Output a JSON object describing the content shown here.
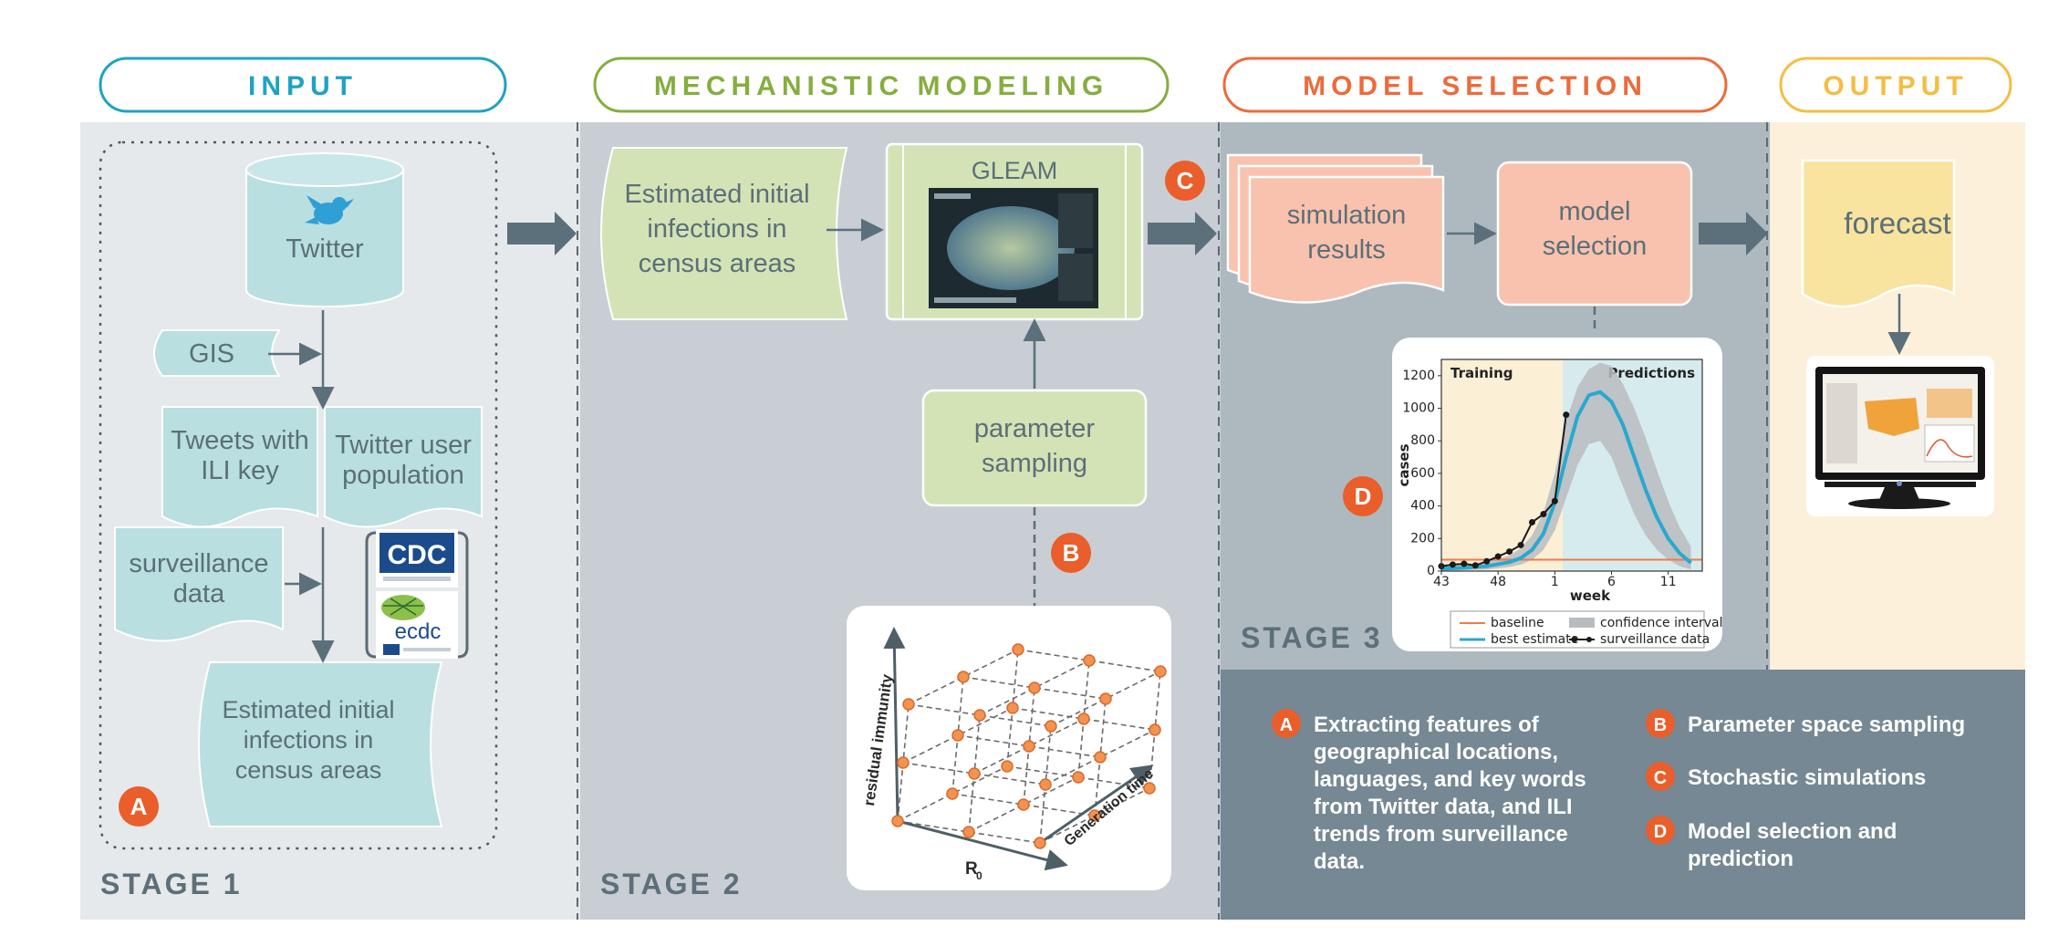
{
  "headers": {
    "input": "INPUT",
    "mechanistic": "MECHANISTIC MODELING",
    "model_selection": "MODEL SELECTION",
    "output": "OUTPUT"
  },
  "stages": {
    "stage1": "STAGE 1",
    "stage2": "STAGE 2",
    "stage3": "STAGE 3"
  },
  "stage1_nodes": {
    "twitter": "Twitter",
    "gis": "GIS",
    "tweets_line1": "Tweets with",
    "tweets_line2": "ILI key",
    "population_line1": "Twitter user",
    "population_line2": "population",
    "surveillance_line1": "surveillance",
    "surveillance_line2": "data",
    "estimated_line1": "Estimated initial",
    "estimated_line2": "infections in",
    "estimated_line3": "census areas",
    "cdc": "CDC",
    "ecdc": "ecdc"
  },
  "stage2_nodes": {
    "estimated_line1": "Estimated initial",
    "estimated_line2": "infections in",
    "estimated_line3": "census areas",
    "gleam": "GLEAM",
    "param_line1": "parameter",
    "param_line2": "sampling",
    "axis_residual": "residual immunity",
    "axis_r0": "R",
    "axis_r0_sub": "0",
    "axis_generation": "Generation time"
  },
  "stage3_nodes": {
    "sim_line1": "simulation",
    "sim_line2": "results",
    "sel_line1": "model",
    "sel_line2": "selection"
  },
  "output_nodes": {
    "forecast": "forecast"
  },
  "badges": {
    "a": "A",
    "b": "B",
    "c": "C",
    "d": "D"
  },
  "legend": {
    "a_lines": [
      "Extracting features of",
      "geographical locations,",
      "languages, and key words",
      "from Twitter data, and ILI",
      "trends from surveillance",
      "data."
    ],
    "b": "Parameter space sampling",
    "c": "Stochastic simulations",
    "d_lines": [
      "Model selection and",
      "prediction"
    ]
  },
  "colors": {
    "input": "#1ea3c2",
    "mechanistic": "#86ad3f",
    "model_selection": "#ec6b3b",
    "output": "#f2be43",
    "teal_fill": "#b9dfe0",
    "green_fill": "#d3e3b6",
    "salmon_fill": "#f8c2ae",
    "yellow_fill": "#f8e39f",
    "badge": "#ea5e2b",
    "arrow": "#5b707b",
    "stage1_bg": "#e6e9eb",
    "stage2_bg": "#c8ced3",
    "stage3_bg": "#aeb9bf",
    "output_bg": "#fcf0da",
    "legend_bg": "#758893"
  },
  "chart_data": {
    "type": "line",
    "title": "",
    "xlabel": "week",
    "ylabel": "cases",
    "region_labels": [
      "Training",
      "Predictions"
    ],
    "x_ticks": [
      "43",
      "48",
      "1",
      "6",
      "11"
    ],
    "y_ticks": [
      0,
      200,
      400,
      600,
      800,
      1000,
      1200
    ],
    "xlim": [
      43,
      66
    ],
    "ylim": [
      0,
      1300
    ],
    "training_end_x": 53.7,
    "series": [
      {
        "name": "baseline",
        "color": "#f07a4a",
        "x": [
          43,
          66
        ],
        "y": [
          70,
          70
        ]
      },
      {
        "name": "best estimate",
        "color": "#2aa8cf",
        "x": [
          43,
          45,
          47,
          49,
          50,
          51,
          52,
          53,
          54,
          55,
          56,
          57,
          58,
          59,
          60,
          61,
          62,
          63,
          64,
          65
        ],
        "y": [
          15,
          20,
          30,
          55,
          80,
          130,
          230,
          420,
          700,
          950,
          1080,
          1100,
          1040,
          900,
          700,
          500,
          330,
          200,
          110,
          50
        ]
      },
      {
        "name": "surveillance data",
        "color": "#1a1a1a",
        "x": [
          43,
          44,
          45,
          46,
          47,
          48,
          49,
          50,
          51,
          52,
          53,
          54
        ],
        "y": [
          30,
          40,
          45,
          35,
          60,
          90,
          120,
          160,
          300,
          350,
          430,
          960
        ]
      }
    ],
    "confidence_interval": {
      "name": "confidence interval",
      "color": "#b8bcbf",
      "x": [
        43,
        45,
        47,
        49,
        50,
        51,
        52,
        53,
        54,
        55,
        56,
        57,
        58,
        59,
        60,
        61,
        62,
        63,
        64,
        65
      ],
      "lower": [
        0,
        5,
        10,
        25,
        40,
        70,
        130,
        250,
        450,
        650,
        780,
        800,
        700,
        520,
        350,
        220,
        130,
        70,
        30,
        10
      ],
      "upper": [
        30,
        40,
        55,
        95,
        140,
        220,
        360,
        600,
        920,
        1130,
        1240,
        1280,
        1260,
        1150,
        1000,
        820,
        620,
        430,
        270,
        150
      ]
    },
    "legend": [
      "baseline",
      "confidence interval",
      "best estimate",
      "surveillance data"
    ],
    "legend_position": "bottom"
  }
}
